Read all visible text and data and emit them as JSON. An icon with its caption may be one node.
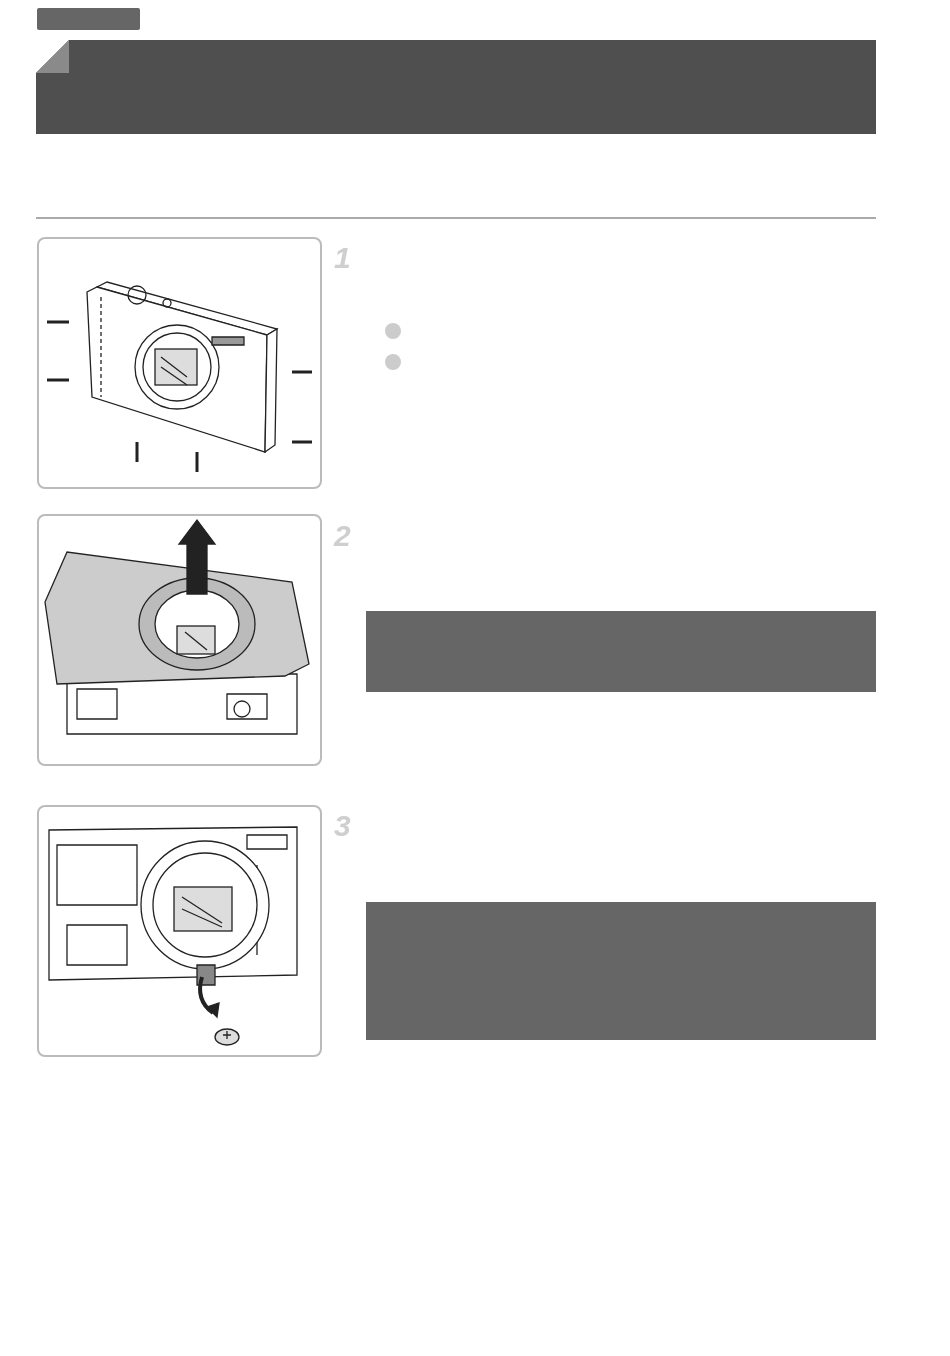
{
  "diagram": {
    "nodes": [
      {
        "text": [],
        "shape": "bar"
      },
      {
        "text": [],
        "shape": "bar"
      },
      {
        "text": [],
        "shape": "bar"
      },
      {
        "text": [],
        "shape": "bar"
      }
    ],
    "labels": [
      "1",
      "2",
      "3"
    ]
  }
}
